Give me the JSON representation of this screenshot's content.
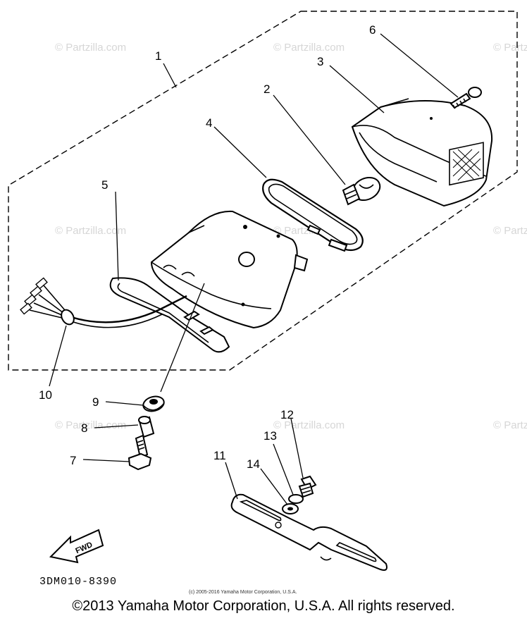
{
  "watermark": "© Partzilla.com",
  "callouts": {
    "n1": "1",
    "n2": "2",
    "n3": "3",
    "n4": "4",
    "n5": "5",
    "n6": "6",
    "n7": "7",
    "n8": "8",
    "n9": "9",
    "n10": "10",
    "n11": "11",
    "n12": "12",
    "n13": "13",
    "n14": "14"
  },
  "fwd_label": "FWD",
  "diagram_code": "3DM010-8390",
  "small_copyright": "(c) 2005-2016 Yamaha Motor Corporation, U.S.A.",
  "footer_copyright": "©2013 Yamaha Motor Corporation, U.S.A. All rights reserved."
}
